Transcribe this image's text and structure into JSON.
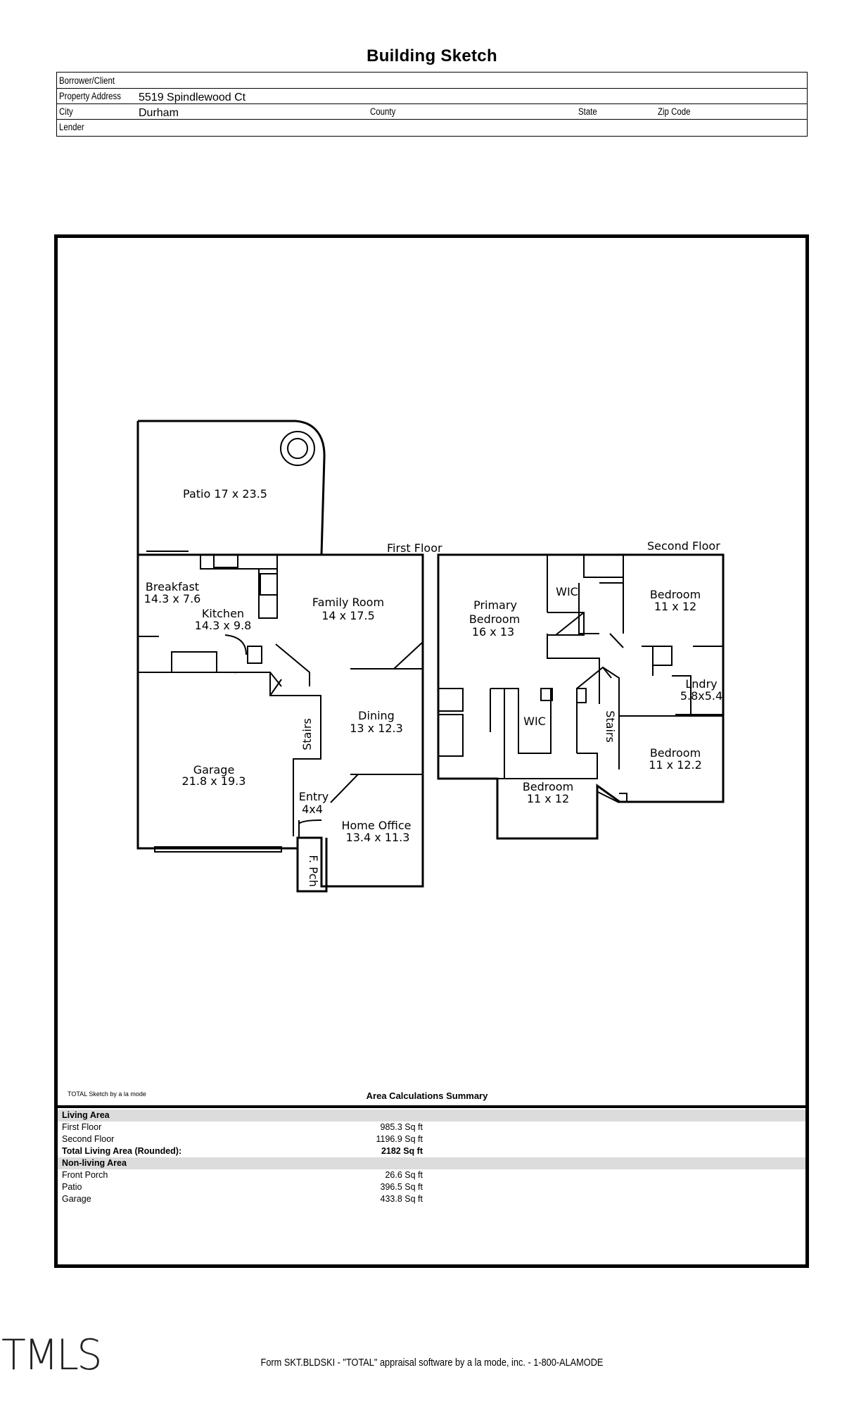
{
  "title": "Building Sketch",
  "header": {
    "borrower_label": "Borrower/Client",
    "borrower_value": "",
    "address_label": "Property Address",
    "address_value": "5519 Spindlewood Ct",
    "city_label": "City",
    "city_value": "Durham",
    "county_label": "County",
    "state_label": "State",
    "zip_label": "Zip Code",
    "lender_label": "Lender"
  },
  "sketch": {
    "first_floor_label": "First Floor",
    "second_floor_label": "Second Floor",
    "rooms": {
      "patio": "Patio 17 x 23.5",
      "breakfast_name": "Breakfast",
      "breakfast_dim": "14.3 x 7.6",
      "kitchen_name": "Kitchen",
      "kitchen_dim": "14.3 x 9.8",
      "family_name": "Family Room",
      "family_dim": "14 x 17.5",
      "garage_name": "Garage",
      "garage_dim": "21.8 x 19.3",
      "stairs1": "Stairs",
      "dining_name": "Dining",
      "dining_dim": "13 x 12.3",
      "entry_name": "Entry",
      "entry_dim": "4x4",
      "office_name": "Home Office",
      "office_dim": "13.4 x 11.3",
      "fpch": "F. Pch",
      "primary_name1": "Primary",
      "primary_name2": "Bedroom",
      "primary_dim": "16 x 13",
      "wic1": "WIC",
      "bed1_name": "Bedroom",
      "bed1_dim": "11 x 12",
      "lndry_name": "Lndry",
      "lndry_dim": "5.8x5.4",
      "wic2": "WIC",
      "stairs2": "Stairs",
      "bed2_name": "Bedroom",
      "bed2_dim": "11 x 12.2",
      "bed3_name": "Bedroom",
      "bed3_dim": "11 x 12"
    }
  },
  "credit": "TOTAL Sketch by a la mode",
  "summary": {
    "title": "Area Calculations Summary",
    "living_header": "Living Area",
    "first_floor_label": "First Floor",
    "first_floor_value": "985.3 Sq ft",
    "second_floor_label": "Second Floor",
    "second_floor_value": "1196.9 Sq ft",
    "total_label": "Total Living Area (Rounded):",
    "total_value": "2182 Sq ft",
    "nonliving_header": "Non-living Area",
    "porch_label": "Front Porch",
    "porch_value": "26.6 Sq ft",
    "patio_label": "Patio",
    "patio_value": "396.5 Sq ft",
    "garage_label": "Garage",
    "garage_value": "433.8 Sq ft"
  },
  "logo": "TMLS",
  "footer": "Form SKT.BLDSKI - \"TOTAL\" appraisal software by a la mode, inc. - 1-800-ALAMODE"
}
